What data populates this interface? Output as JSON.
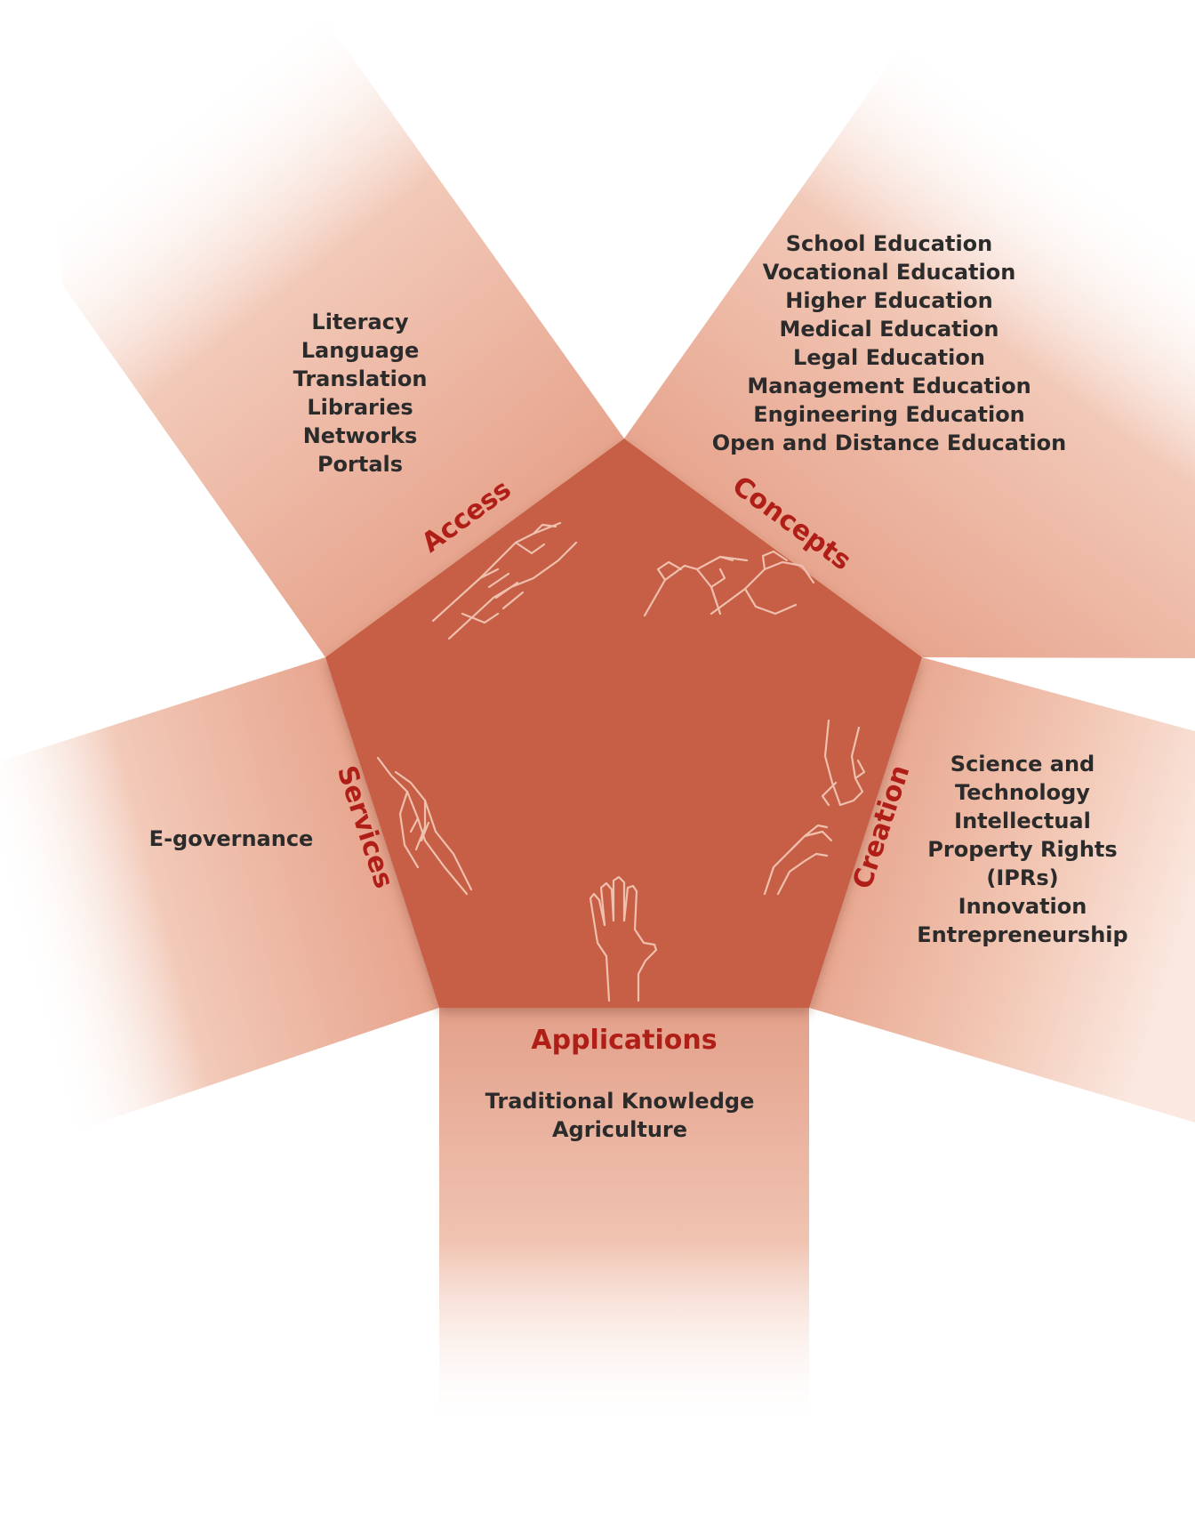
{
  "colors": {
    "center": "#c65e44",
    "ray": "#e7a58e",
    "label": "#b01e18",
    "text": "#2b2b2b"
  },
  "sections": {
    "access": {
      "label": "Access",
      "items": [
        "Literacy",
        "Language",
        "Translation",
        "Libraries",
        "Networks",
        "Portals"
      ]
    },
    "concepts": {
      "label": "Concepts",
      "items": [
        "School Education",
        "Vocational Education",
        "Higher Education",
        "Medical Education",
        "Legal Education",
        "Management Education",
        "Engineering Education",
        "Open and Distance Education"
      ]
    },
    "creation": {
      "label": "Creation",
      "items": [
        "Science and",
        "Technology",
        "Intellectual",
        "Property Rights",
        "(IPRs)",
        "Innovation",
        "Entrepreneurship"
      ]
    },
    "applications": {
      "label": "Applications",
      "items": [
        "Traditional Knowledge",
        "Agriculture"
      ]
    },
    "services": {
      "label": "Services",
      "items": [
        "E-governance"
      ]
    }
  },
  "icons": [
    "handshake-icon",
    "pointing-hands-icon",
    "reaching-hands-icon",
    "raised-hand-icon",
    "clasped-hands-icon"
  ]
}
